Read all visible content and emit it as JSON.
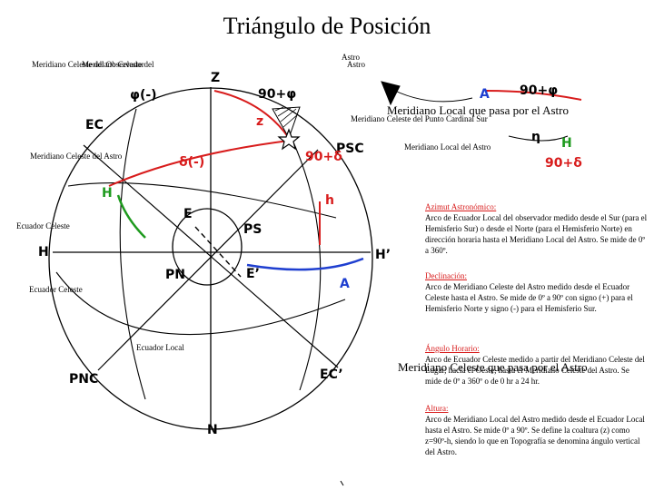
{
  "title": "Triángulo de Posición",
  "labels": {
    "meridiano_celeste_observador": "Meridiano Celeste del Observador",
    "meridiano_celeste_overlap": "Meridiano Celeste del",
    "astro_1": "Astro",
    "astro_2": "Astro",
    "meridiano_local_astro_large": "Meridiano Local que pasa por el Astro",
    "meridiano_celeste_punto_sur": "Meridiano Celeste del Punto Cardinal Sur",
    "meridiano_local_astro_small": "Meridiano Local del Astro",
    "meridiano_celeste_astro": "Meridiano Celeste del Astro",
    "ecuador_celeste_1": "Ecuador Celeste",
    "ecuador_celeste_2": "Ecuador Celeste",
    "ecuador_local": "Ecuador Local",
    "meridiano_celeste_astro_overlap": "Meridiano Celeste que pasa por el Astro"
  },
  "glyphs": {
    "z": "Z",
    "phi_neg": "φ(-)",
    "ninety_phi_1": "90+φ",
    "ninety_phi_2": "90+φ",
    "z_red": "z",
    "ec": "EC",
    "a_blue_1": "A",
    "a_blue_2": "A",
    "psc": "PSC",
    "ninety_delta_1": "90+δ",
    "ninety_delta_2": "90+δ",
    "eta": "η",
    "h_green_1": "H",
    "h_green_2": "H",
    "delta_neg": "δ(-)",
    "h_red": "h",
    "e": "E",
    "ps": "PS",
    "h_black": "H",
    "h_prime": "H’",
    "pn": "PN",
    "e_prime": "E’",
    "pnc": "PNC",
    "ec_prime": "EC’",
    "n": "N"
  },
  "definitions": [
    {
      "heading": "Azimut Astronómico:",
      "text": "Arco de Ecuador Local del observador medido desde el Sur (para el Hemisferio Sur) o desde el Norte (para el Hemisferio Norte) en dirección horaria hasta el Meridiano Local del Astro. Se mide de 0º a 360º."
    },
    {
      "heading": "Declinación:",
      "text": "Arco de Meridiano Celeste del Astro medido desde el Ecuador Celeste hasta el Astro. Se mide de 0º a 90º con signo (+) para el Hemisferio Norte y signo (-) para el Hemisferio Sur."
    },
    {
      "heading": "Ángulo Horario:",
      "text": "Arco de Ecuador Celeste medido a partir del Meridiano Celeste del Lugar, hacia el Oeste, hasta el Meridiano Celeste del Astro. Se mide de 0º a 360º o de 0 hr a 24 hr."
    },
    {
      "heading": "Altura:",
      "text": "Arco de Meridiano Local del Astro medido desde el Ecuador Local hasta el Astro. Se mide 0º a 90º. Se define la coaltura (z) como z=90º-h, siendo lo que en Topografía se denomina ángulo vertical del Astro."
    }
  ],
  "colors": {
    "red": "#d81c1c",
    "blue": "#1f3fd0",
    "green": "#1e9a1e",
    "black": "#000000"
  },
  "icons": [
    "star-icon"
  ]
}
